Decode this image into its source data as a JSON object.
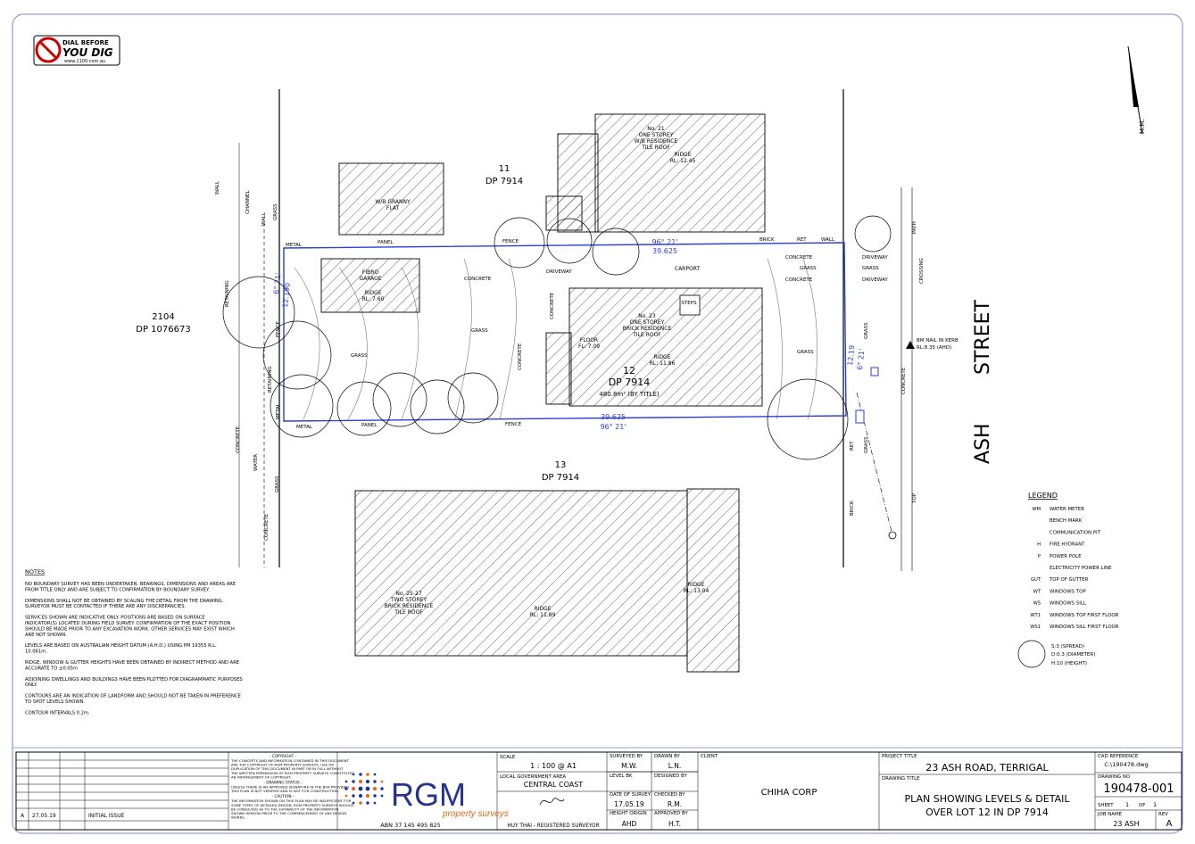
{
  "logo": {
    "line1": "DIAL BEFORE",
    "line2": "YOU DIG",
    "line3": "www.1100.com.au"
  },
  "north_label": "M.M.",
  "lots": {
    "lot11": {
      "num": "11",
      "dp": "DP 7914"
    },
    "lot2104": {
      "num": "2104",
      "dp": "DP 1076673"
    },
    "lot12": {
      "num": "12",
      "dp": "DP 7914",
      "area": "480.8m² (BY TITLE)"
    },
    "lot13": {
      "num": "13",
      "dp": "DP 7914"
    }
  },
  "street": {
    "name1": "ASH",
    "name2": "STREET"
  },
  "bench_mark": {
    "line1": "BM NAIL IN KERB",
    "line2": "RL:8.35 (AHD)"
  },
  "buildings": {
    "no21": {
      "l1": "No. 21",
      "l2": "ONE STOREY",
      "l3": "W/B RESIDENCE",
      "l4": "TILE ROOF",
      "ridge": "RIDGE",
      "rl": "RL: 12.45"
    },
    "granny": {
      "l1": "W/B GRANNY",
      "l2": "FLAT"
    },
    "garage": {
      "l1": "FIBRO",
      "l2": "GARAGE",
      "ridge": "RIDGE",
      "rl": "RL: 7.60"
    },
    "no23": {
      "l1": "No. 23",
      "l2": "ONE STOREY",
      "l3": "BRICK RESIDENCE",
      "l4": "TILE ROOF",
      "ridge": "RIDGE",
      "rl": "RL: 11.86",
      "floor": "FLOOR",
      "floor_rl": "FL: 7.09"
    },
    "no2527": {
      "l1": "No. 25-27",
      "l2": "TWO STOREY",
      "l3": "BRICK RESIDENCE",
      "l4": "TILE ROOF",
      "ridge": "RIDGE",
      "rl": "RL: 11.89",
      "ridge2": "RIDGE",
      "rl2": "RL: 13.04"
    },
    "carport": "CARPORT",
    "steps": "STEPS"
  },
  "dimensions": {
    "top_bearing": "96° 21'",
    "top_len": "39.625",
    "bot_len": "39.625",
    "bot_bearing": "96° 21'",
    "left_bearing": "6° 21'",
    "left_len": "12.190",
    "right_len": "12.19",
    "right_bearing": "6° 21'"
  },
  "plan_labels": {
    "wall": "WALL",
    "channel": "CHANNEL",
    "grass": "GRASS",
    "metal": "METAL",
    "panel": "PANEL",
    "fence": "FENCE",
    "retaining": "RETAINING",
    "concrete": "CONCRETE",
    "water": "WATER",
    "driveway": "DRIVEWAY",
    "brick": "BRICK",
    "ret": "RET",
    "path": "PATH",
    "crossing": "CROSSING",
    "top": "TOP"
  },
  "notes": {
    "heading": "NOTES",
    "items": [
      "NO BOUNDARY SURVEY HAS BEEN UNDERTAKEN. BEARINGS, DIMENSIONS AND AREAS ARE FROM TITLE ONLY AND ARE SUBJECT TO CONFIRMATION BY BOUNDARY SURVEY.",
      "DIMENSIONS SHALL NOT BE OBTAINED BY SCALING THE DETAIL FROM THE DRAWING. SURVEYOR MUST BE CONTACTED IF THERE ARE ANY DISCREPANCIES.",
      "SERVICES SHOWN ARE INDICATIVE ONLY. POSITIONS ARE BASED ON SURFACE INDICATOR(S) LOCATED DURING FIELD SURVEY. CONFIRMATION OF THE EXACT POSITION SHOULD BE MADE PRIOR TO ANY EXCAVATION WORK. OTHER SERVICES MAY EXIST WHICH ARE NOT SHOWN.",
      "LEVELS ARE BASED ON AUSTRALIAN HEIGHT DATUM (A.H.D.) USING PM 19355 R.L. 10.061m.",
      "RIDGE, WINDOW & GUTTER HEIGHTS HAVE BEEN OBTAINED BY INDIRECT METHOD AND ARE ACCURATE TO ±0.05m",
      "ADJOINING DWELLINGS AND BUILDINGS HAVE BEEN PLOTTED FOR DIAGRAMMATIC PURPOSES ONLY.",
      "CONTOURS ARE AN INDICATION OF LANDFORM AND SHOULD NOT BE TAKEN IN PREFERENCE TO SPOT LEVELS SHOWN.",
      "CONTOUR INTERVALS 0.2m."
    ]
  },
  "legend": {
    "heading": "LEGEND",
    "items": [
      {
        "sym": "WM",
        "label": "WATER METER"
      },
      {
        "sym": "",
        "label": "BENCH MARK"
      },
      {
        "sym": "",
        "label": "COMMUNICATION PIT"
      },
      {
        "sym": "H",
        "label": "FIRE HYDRANT"
      },
      {
        "sym": "P",
        "label": "POWER POLE"
      },
      {
        "sym": "",
        "label": "ELECTRICITY POWER LINE"
      },
      {
        "sym": "GUT",
        "label": "TOP OF GUTTER"
      },
      {
        "sym": "WT",
        "label": "WINDOWS TOP"
      },
      {
        "sym": "WS",
        "label": "WINDOWS SILL"
      },
      {
        "sym": "WT1",
        "label": "WINDOWS TOP FIRST FLOOR"
      },
      {
        "sym": "WS1",
        "label": "WINDOWS SILL FIRST FLOOR"
      }
    ],
    "tree": {
      "s": "S:3 (SPREAD)",
      "d": "D:0.3 (DIAMETER)",
      "h": "H:10 (HEIGHT)"
    }
  },
  "revision": {
    "rev": "A",
    "date": "27.05.19",
    "desc": "INITIAL ISSUE"
  },
  "copyright": {
    "h1": "- COPYRIGHT -",
    "t1": "THE CONCEPTS AND INFORMATION CONTAINED IN THIS DOCUMENT ARE THE COPYRIGHT OF RGM PROPERTY SURVEYS. USE OR DUPLICATION OF THIS DOCUMENT IN PART OR IN FULL WITHOUT THE WRITTEN PERMISSION OF RGM PROPERTY SURVEYS CONSTITUTES AN INFRINGEMENT OF COPYRIGHT.",
    "h2": "- DRAWING STATUS -",
    "t2": "UNLESS THERE IS AN APPROVED SIGNATURE IN THE BOX PROVIDED THIS PLAN IS NOT VERIFIED AND IS NOT FOR CONSTRUCTION.",
    "h3": "- CAUTION -",
    "t3": "THE INFORMATION SHOWN ON THIS PLAN MAY BE INSUFFICIENT FOR SOME TYPES OF DETAILED DESIGN. RGM PROPERTY SURVEYS SHOULD BE CONSULTED AS TO THE SUITABILITY OF THE INFORMATION SHOWN HEREON PRIOR TO THE COMMENCEMENT OF ANY DESIGN WORKS."
  },
  "company": {
    "name": "RGM",
    "sub": "property surveys",
    "abn": "ABN 37 145 495 825"
  },
  "title_block": {
    "scale_label": "SCALE",
    "scale": "1 : 100 @ A1",
    "lga_label": "LOCAL GOVERNMENT AREA",
    "lga": "CENTRAL COAST",
    "surveyor": "HUY THAI - REGISTERED SURVEYOR",
    "surveyed_label": "SURVEYED BY",
    "surveyed": "M.W.",
    "drawn_label": "DRAWN BY",
    "drawn": "L.N.",
    "level_label": "LEVEL BK",
    "designed_label": "DESIGNED BY",
    "date_label": "DATE OF SURVEY",
    "date": "17.05.19",
    "checked_label": "CHECKED BY",
    "checked": "R.M.",
    "height_label": "HEIGHT ORIGIN",
    "height": "AHD",
    "approved_label": "APPROVED BY",
    "approved": "H.T.",
    "client_label": "CLIENT",
    "client": "CHIHA CORP",
    "project_label": "PROJECT TITLE",
    "project": "23 ASH ROAD, TERRIGAL",
    "drawing_title_label": "DRAWING TITLE",
    "drawing_title_1": "PLAN SHOWING LEVELS & DETAIL",
    "drawing_title_2": "OVER LOT 12 IN DP 7914",
    "cad_label": "CAD REFERENCE",
    "cad": "C:\\190478.dwg",
    "drawing_no_label": "DRAWING NO",
    "drawing_no": "190478-001",
    "sheet_label": "SHEET",
    "sheet": "1",
    "of_label": "OF",
    "sheets": "1",
    "job_label": "JOB NAME",
    "job": "23 ASH",
    "rev_label": "REV",
    "rev": "A"
  }
}
